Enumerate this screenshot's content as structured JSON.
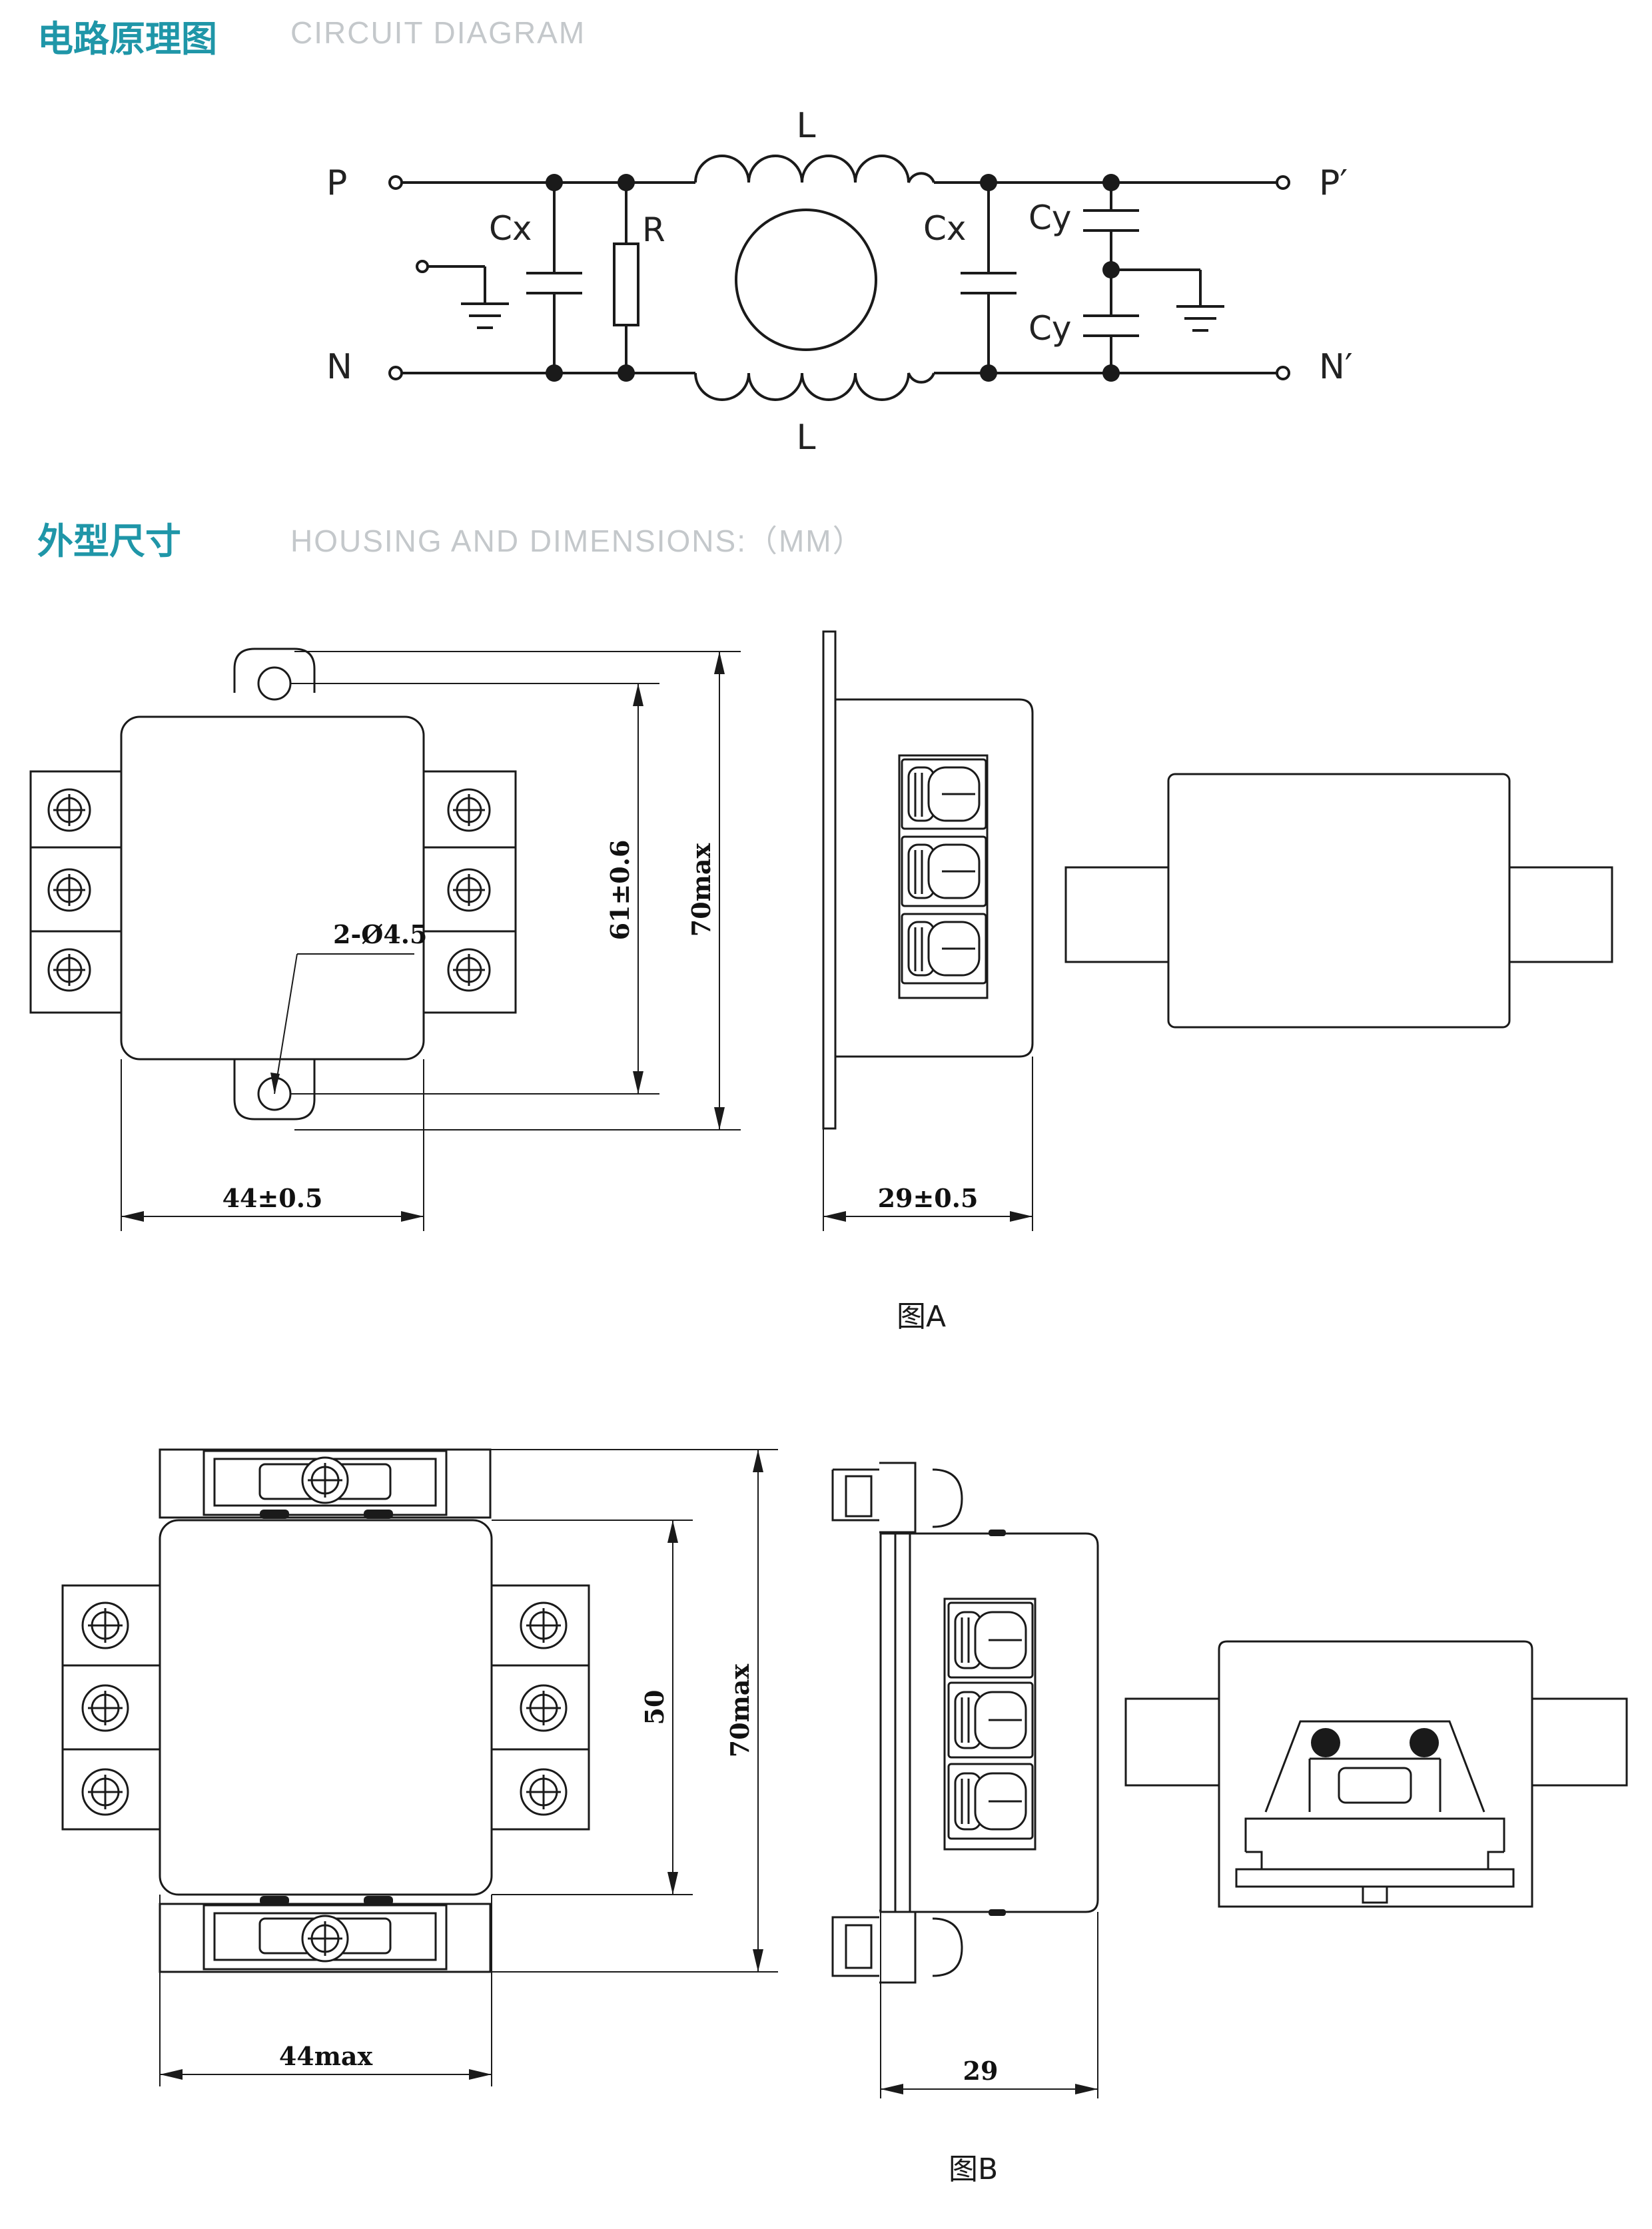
{
  "sections": {
    "circuit": {
      "title_cn": "电路原理图",
      "title_en": "CIRCUIT DIAGRAM"
    },
    "housing": {
      "title_cn": "外型尺寸",
      "title_en": "HOUSING AND DIMENSIONS:（MM）"
    }
  },
  "circuit": {
    "terminal_p": "P",
    "terminal_n": "N",
    "terminal_p_out": "P′",
    "terminal_n_out": "N′",
    "inductor_top": "L",
    "inductor_bottom": "L",
    "cx_left": "Cx",
    "resistor": "R",
    "cx_right": "Cx",
    "cy_top": "Cy",
    "cy_bottom": "Cy"
  },
  "figure_a": {
    "caption": "图A",
    "hole_label": "2-Ø4.5",
    "dim_hole_pitch": "61±0.6",
    "dim_height": "70max",
    "dim_width": "44±0.5",
    "dim_depth": "29±0.5"
  },
  "figure_b": {
    "caption": "图B",
    "dim_body": "50",
    "dim_height": "70max",
    "dim_width": "44max",
    "dim_depth": "29"
  },
  "colors": {
    "section_title": "#1f96a8",
    "section_subtitle": "#c4c8cb",
    "line": "#1a1a1a"
  }
}
